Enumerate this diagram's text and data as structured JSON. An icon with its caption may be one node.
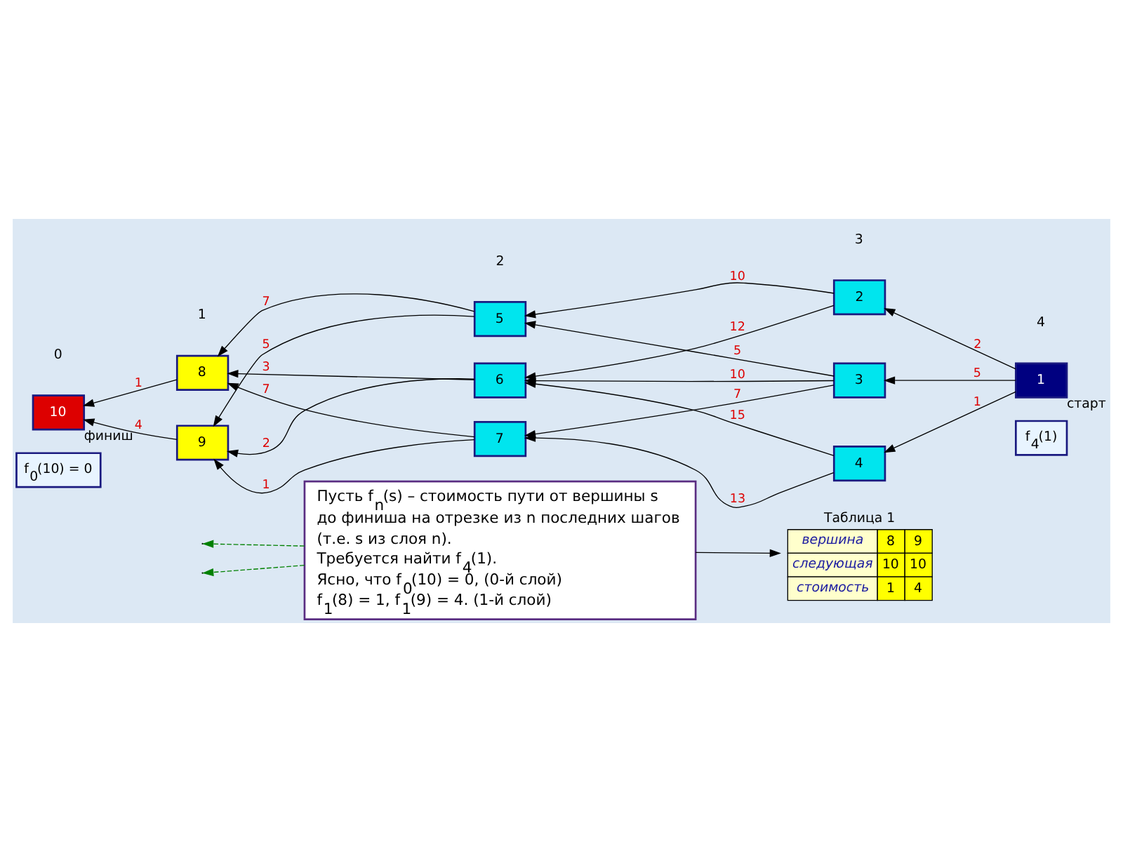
{
  "diagram": {
    "nodes": [
      {
        "text": [
          "1"
        ],
        "beside": [
          "старт"
        ]
      },
      {
        "text": [
          "2"
        ]
      },
      {
        "text": [
          "3"
        ]
      },
      {
        "text": [
          "4"
        ]
      },
      {
        "text": [
          "5"
        ]
      },
      {
        "text": [
          "6"
        ]
      },
      {
        "text": [
          "7"
        ]
      },
      {
        "text": [
          "8"
        ]
      },
      {
        "text": [
          "9"
        ]
      },
      {
        "text": [
          "10"
        ],
        "beside": [
          "финиш"
        ]
      },
      {
        "text": [
          "f$_{0}$(10) = 0"
        ]
      },
      {
        "text": [
          "f$_{4}$(1)"
        ]
      },
      {
        "text": [
          "Пусть f$_{n}$(s) – стоимость пути от вершины s до финиша на отрезке из n последних шагов (т.е. s из слоя n).",
          "Требуется найти f$_{4}$(1).",
          "Ясно, что f$_{0}$(10) = 0, (0-й слой)",
          "f$_{1}$(8) = 1, f$_{1}$(9) = 4. (1-й слой)"
        ]
      },
      {
        "text": [
          "Таблица 1",
          "вершина",
          "8",
          "9",
          "следующая",
          "10",
          "10",
          "стоимость",
          "1",
          "4"
        ]
      }
    ],
    "edges": [
      {
        "from": 0,
        "to": 1,
        "arrow": "to",
        "label": "2"
      },
      {
        "from": 0,
        "to": 2,
        "arrow": "to",
        "label": "5"
      },
      {
        "from": 0,
        "to": 3,
        "arrow": "to",
        "label": "1"
      },
      {
        "from": 1,
        "to": 4,
        "arrow": "to",
        "label": "10"
      },
      {
        "from": 1,
        "to": 5,
        "arrow": "to",
        "label": "12"
      },
      {
        "from": 2,
        "to": 4,
        "arrow": "to",
        "label": "5"
      },
      {
        "from": 2,
        "to": 5,
        "arrow": "to",
        "label": "10"
      },
      {
        "from": 2,
        "to": 6,
        "arrow": "to",
        "label": "7"
      },
      {
        "from": 3,
        "to": 5,
        "arrow": "to",
        "label": "15"
      },
      {
        "from": 3,
        "to": 6,
        "arrow": "to",
        "label": "13"
      },
      {
        "from": 4,
        "to": 7,
        "arrow": "to",
        "label": "7"
      },
      {
        "from": 4,
        "to": 8,
        "arrow": "to",
        "label": "5"
      },
      {
        "from": 5,
        "to": 7,
        "arrow": "to",
        "label": "3"
      },
      {
        "from": 5,
        "to": 8,
        "arrow": "to",
        "label": "2"
      },
      {
        "from": 6,
        "to": 7,
        "arrow": "to",
        "label": "7"
      },
      {
        "from": 6,
        "to": 8,
        "arrow": "to",
        "label": "1"
      },
      {
        "from": 7,
        "to": 9,
        "arrow": "to",
        "label": "1"
      },
      {
        "from": 8,
        "to": 9,
        "arrow": "to",
        "label": "4"
      },
      {
        "from": 12,
        "to": null,
        "arrow": "to",
        "style": "dashed",
        "color": "#008000"
      },
      {
        "from": 12,
        "to": null,
        "arrow": "to",
        "style": "dashed",
        "color": "#008000"
      },
      {
        "from": 12,
        "to": 13,
        "arrow": "to"
      }
    ],
    "labels": [
      "0",
      "1",
      "2",
      "3",
      "4"
    ]
  }
}
